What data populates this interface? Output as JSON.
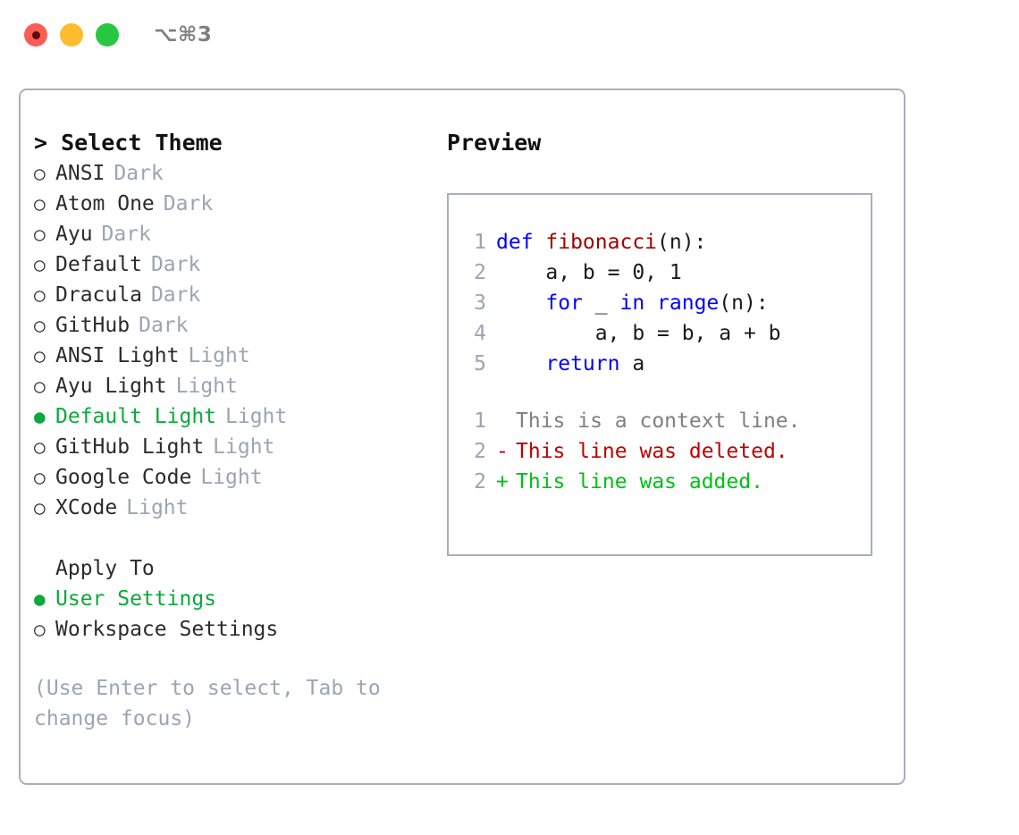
{
  "window": {
    "shortcut": "⌥⌘3",
    "traffic_lights": [
      {
        "name": "close",
        "color": "#fb5c54"
      },
      {
        "name": "minimize",
        "color": "#febc2e"
      },
      {
        "name": "zoom",
        "color": "#27c840"
      }
    ]
  },
  "left": {
    "heading": "> Select Theme",
    "themes": [
      {
        "bullet": "○",
        "label": "ANSI",
        "tag": "Dark",
        "selected": false
      },
      {
        "bullet": "○",
        "label": "Atom One",
        "tag": "Dark",
        "selected": false
      },
      {
        "bullet": "○",
        "label": "Ayu",
        "tag": "Dark",
        "selected": false
      },
      {
        "bullet": "○",
        "label": "Default",
        "tag": "Dark",
        "selected": false
      },
      {
        "bullet": "○",
        "label": "Dracula",
        "tag": "Dark",
        "selected": false
      },
      {
        "bullet": "○",
        "label": "GitHub",
        "tag": "Dark",
        "selected": false
      },
      {
        "bullet": "○",
        "label": "ANSI Light",
        "tag": "Light",
        "selected": false
      },
      {
        "bullet": "○",
        "label": "Ayu Light",
        "tag": "Light",
        "selected": false
      },
      {
        "bullet": "●",
        "label": "Default Light",
        "tag": "Light",
        "selected": true
      },
      {
        "bullet": "○",
        "label": "GitHub Light",
        "tag": "Light",
        "selected": false
      },
      {
        "bullet": "○",
        "label": "Google Code",
        "tag": "Light",
        "selected": false
      },
      {
        "bullet": "○",
        "label": "XCode",
        "tag": "Light",
        "selected": false
      }
    ],
    "apply_to_heading": "Apply To",
    "apply_to": [
      {
        "bullet": "●",
        "label": "User Settings",
        "selected": true
      },
      {
        "bullet": "○",
        "label": "Workspace Settings",
        "selected": false
      }
    ],
    "hint": "(Use Enter to select, Tab to change focus)"
  },
  "right": {
    "heading": "Preview",
    "code": [
      {
        "no": "1",
        "tokens": [
          {
            "t": "def ",
            "c": "kw"
          },
          {
            "t": "fibonacci",
            "c": "fn"
          },
          {
            "t": "(n):",
            "c": "plain"
          }
        ]
      },
      {
        "no": "2",
        "tokens": [
          {
            "t": "    a, b = 0, 1",
            "c": "plain"
          }
        ]
      },
      {
        "no": "3",
        "tokens": [
          {
            "t": "    ",
            "c": "plain"
          },
          {
            "t": "for",
            "c": "kw"
          },
          {
            "t": " _ ",
            "c": "plain"
          },
          {
            "t": "in",
            "c": "kw"
          },
          {
            "t": " ",
            "c": "plain"
          },
          {
            "t": "range",
            "c": "kw"
          },
          {
            "t": "(n):",
            "c": "plain"
          }
        ]
      },
      {
        "no": "4",
        "tokens": [
          {
            "t": "        a, b = b, a + b",
            "c": "plain"
          }
        ]
      },
      {
        "no": "5",
        "tokens": [
          {
            "t": "    ",
            "c": "plain"
          },
          {
            "t": "return",
            "c": "kw"
          },
          {
            "t": " a",
            "c": "plain"
          }
        ]
      }
    ],
    "diff": [
      {
        "no": "1",
        "marker": " ",
        "text": "This is a context line.",
        "kind": "ctx"
      },
      {
        "no": "2",
        "marker": "-",
        "text": "This line was deleted.",
        "kind": "del"
      },
      {
        "no": "2",
        "marker": "+",
        "text": "This line was added.",
        "kind": "add"
      }
    ]
  },
  "colors": {
    "accent_green": "#0ba93c",
    "muted": "#9aa5b4",
    "border": "#a7b0c0",
    "keyword": "#0000ff",
    "function": "#a00000",
    "diff_add": "#00c014",
    "diff_del": "#c00000"
  }
}
